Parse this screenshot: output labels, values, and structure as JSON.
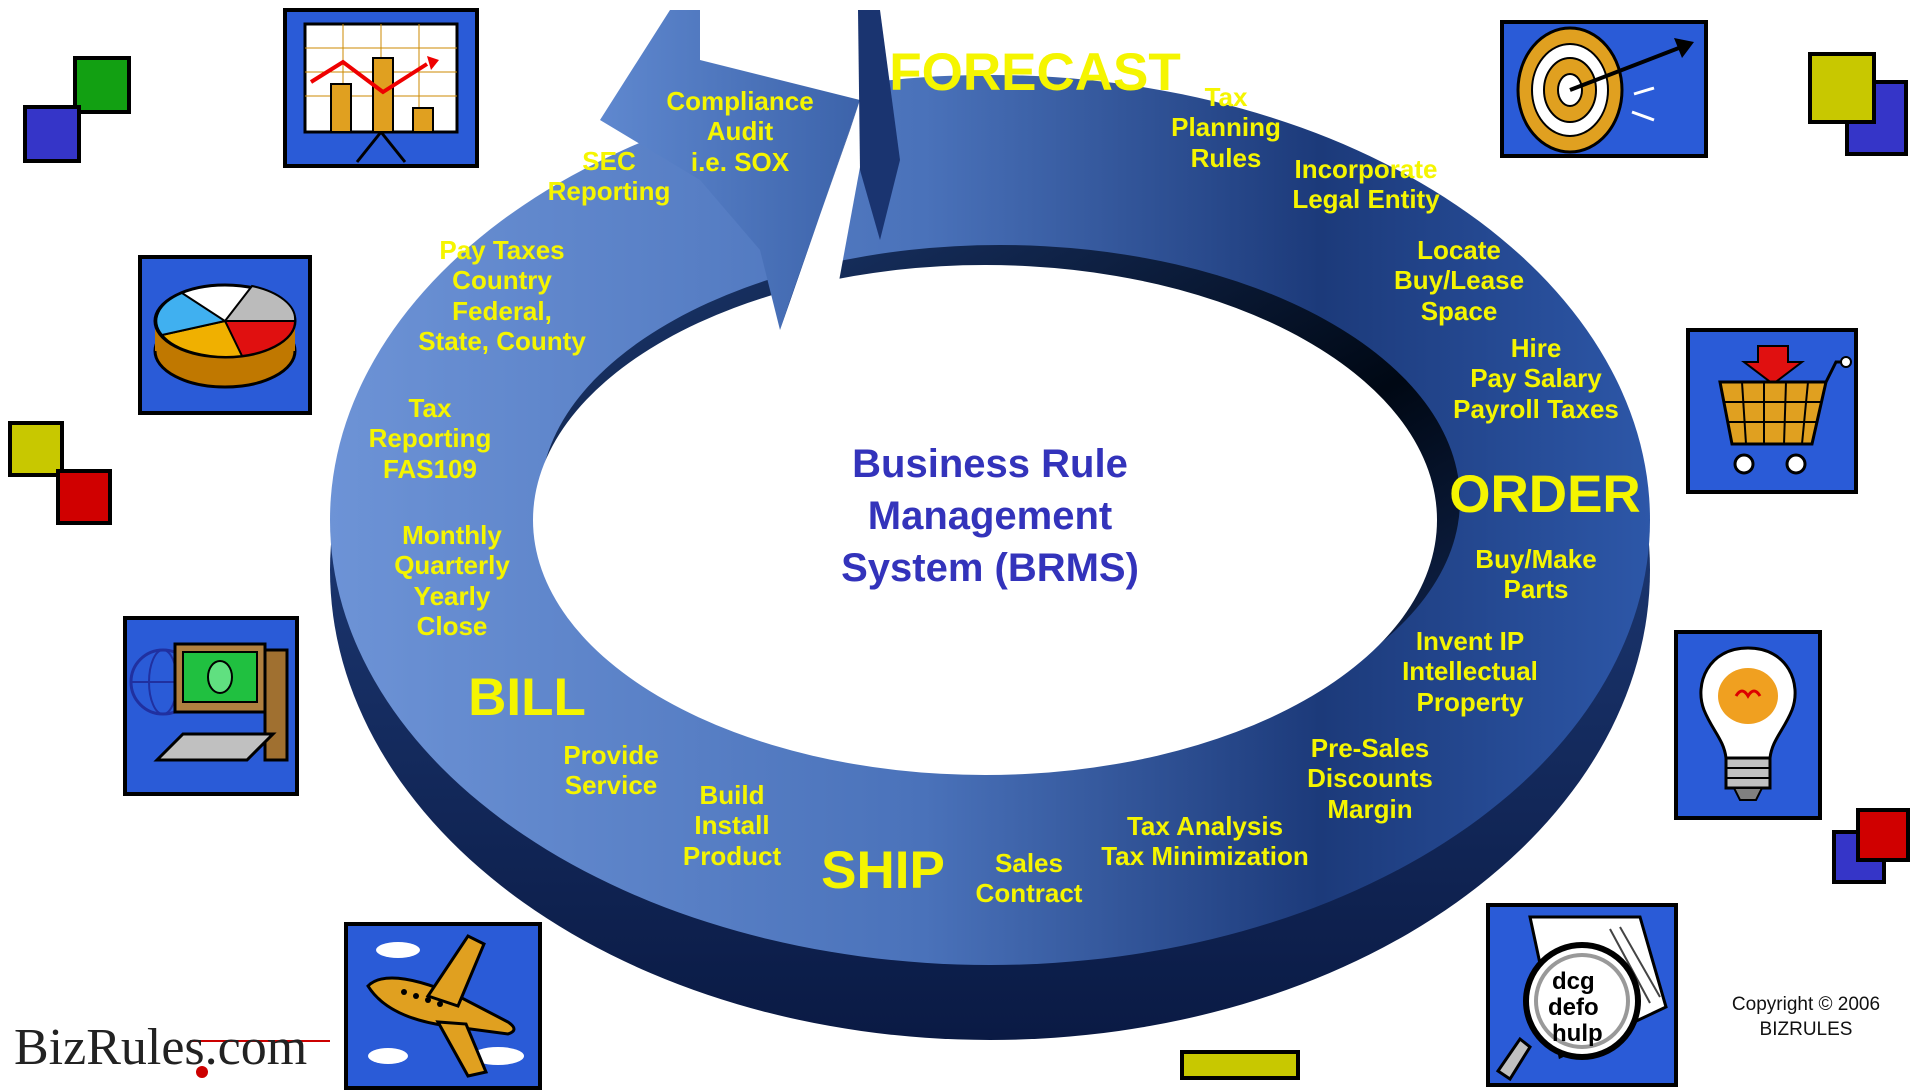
{
  "center_title": [
    "Business Rule",
    "Management",
    "System (BRMS)"
  ],
  "phases": {
    "forecast": "FORECAST",
    "order": "ORDER",
    "ship": "SHIP",
    "bill": "BILL"
  },
  "steps": {
    "tax_planning": [
      "Tax",
      "Planning",
      "Rules"
    ],
    "incorporate": [
      "Incorporate",
      "Legal Entity"
    ],
    "locate": [
      "Locate",
      "Buy/Lease",
      "Space"
    ],
    "hire": [
      "Hire",
      "Pay Salary",
      "Payroll Taxes"
    ],
    "buy_make": [
      "Buy/Make",
      "Parts"
    ],
    "invent_ip": [
      "Invent IP",
      "Intellectual",
      "Property"
    ],
    "pre_sales": [
      "Pre-Sales",
      "Discounts",
      "Margin"
    ],
    "tax_analysis": [
      "Tax Analysis",
      "Tax Minimization"
    ],
    "sales_contract": [
      "Sales",
      "Contract"
    ],
    "build": [
      "Build",
      "Install",
      "Product"
    ],
    "provide_service": [
      "Provide",
      "Service"
    ],
    "monthly_close": [
      "Monthly",
      "Quarterly",
      "Yearly",
      "Close"
    ],
    "tax_reporting": [
      "Tax",
      "Reporting",
      "FAS109"
    ],
    "pay_taxes": [
      "Pay Taxes",
      "Country",
      "Federal,",
      "State, County"
    ],
    "sec_reporting": [
      "SEC",
      "Reporting"
    ],
    "compliance": [
      "Compliance",
      "Audit",
      "i.e. SOX"
    ]
  },
  "copyright": [
    "Copyright © 2006",
    "BIZRULES"
  ],
  "logo": "BizRules.com",
  "icons": [
    "bar-chart-icon",
    "pie-chart-icon",
    "computer-money-icon",
    "airplane-icon",
    "target-icon",
    "shopping-cart-icon",
    "light-bulb-icon",
    "magnifier-icon"
  ],
  "colors": {
    "label": "#f5f500",
    "center": "#3333bb",
    "ring_light": "#5a82c8",
    "ring_dark": "#0d2050",
    "icon_bg": "#2a5bd7"
  }
}
